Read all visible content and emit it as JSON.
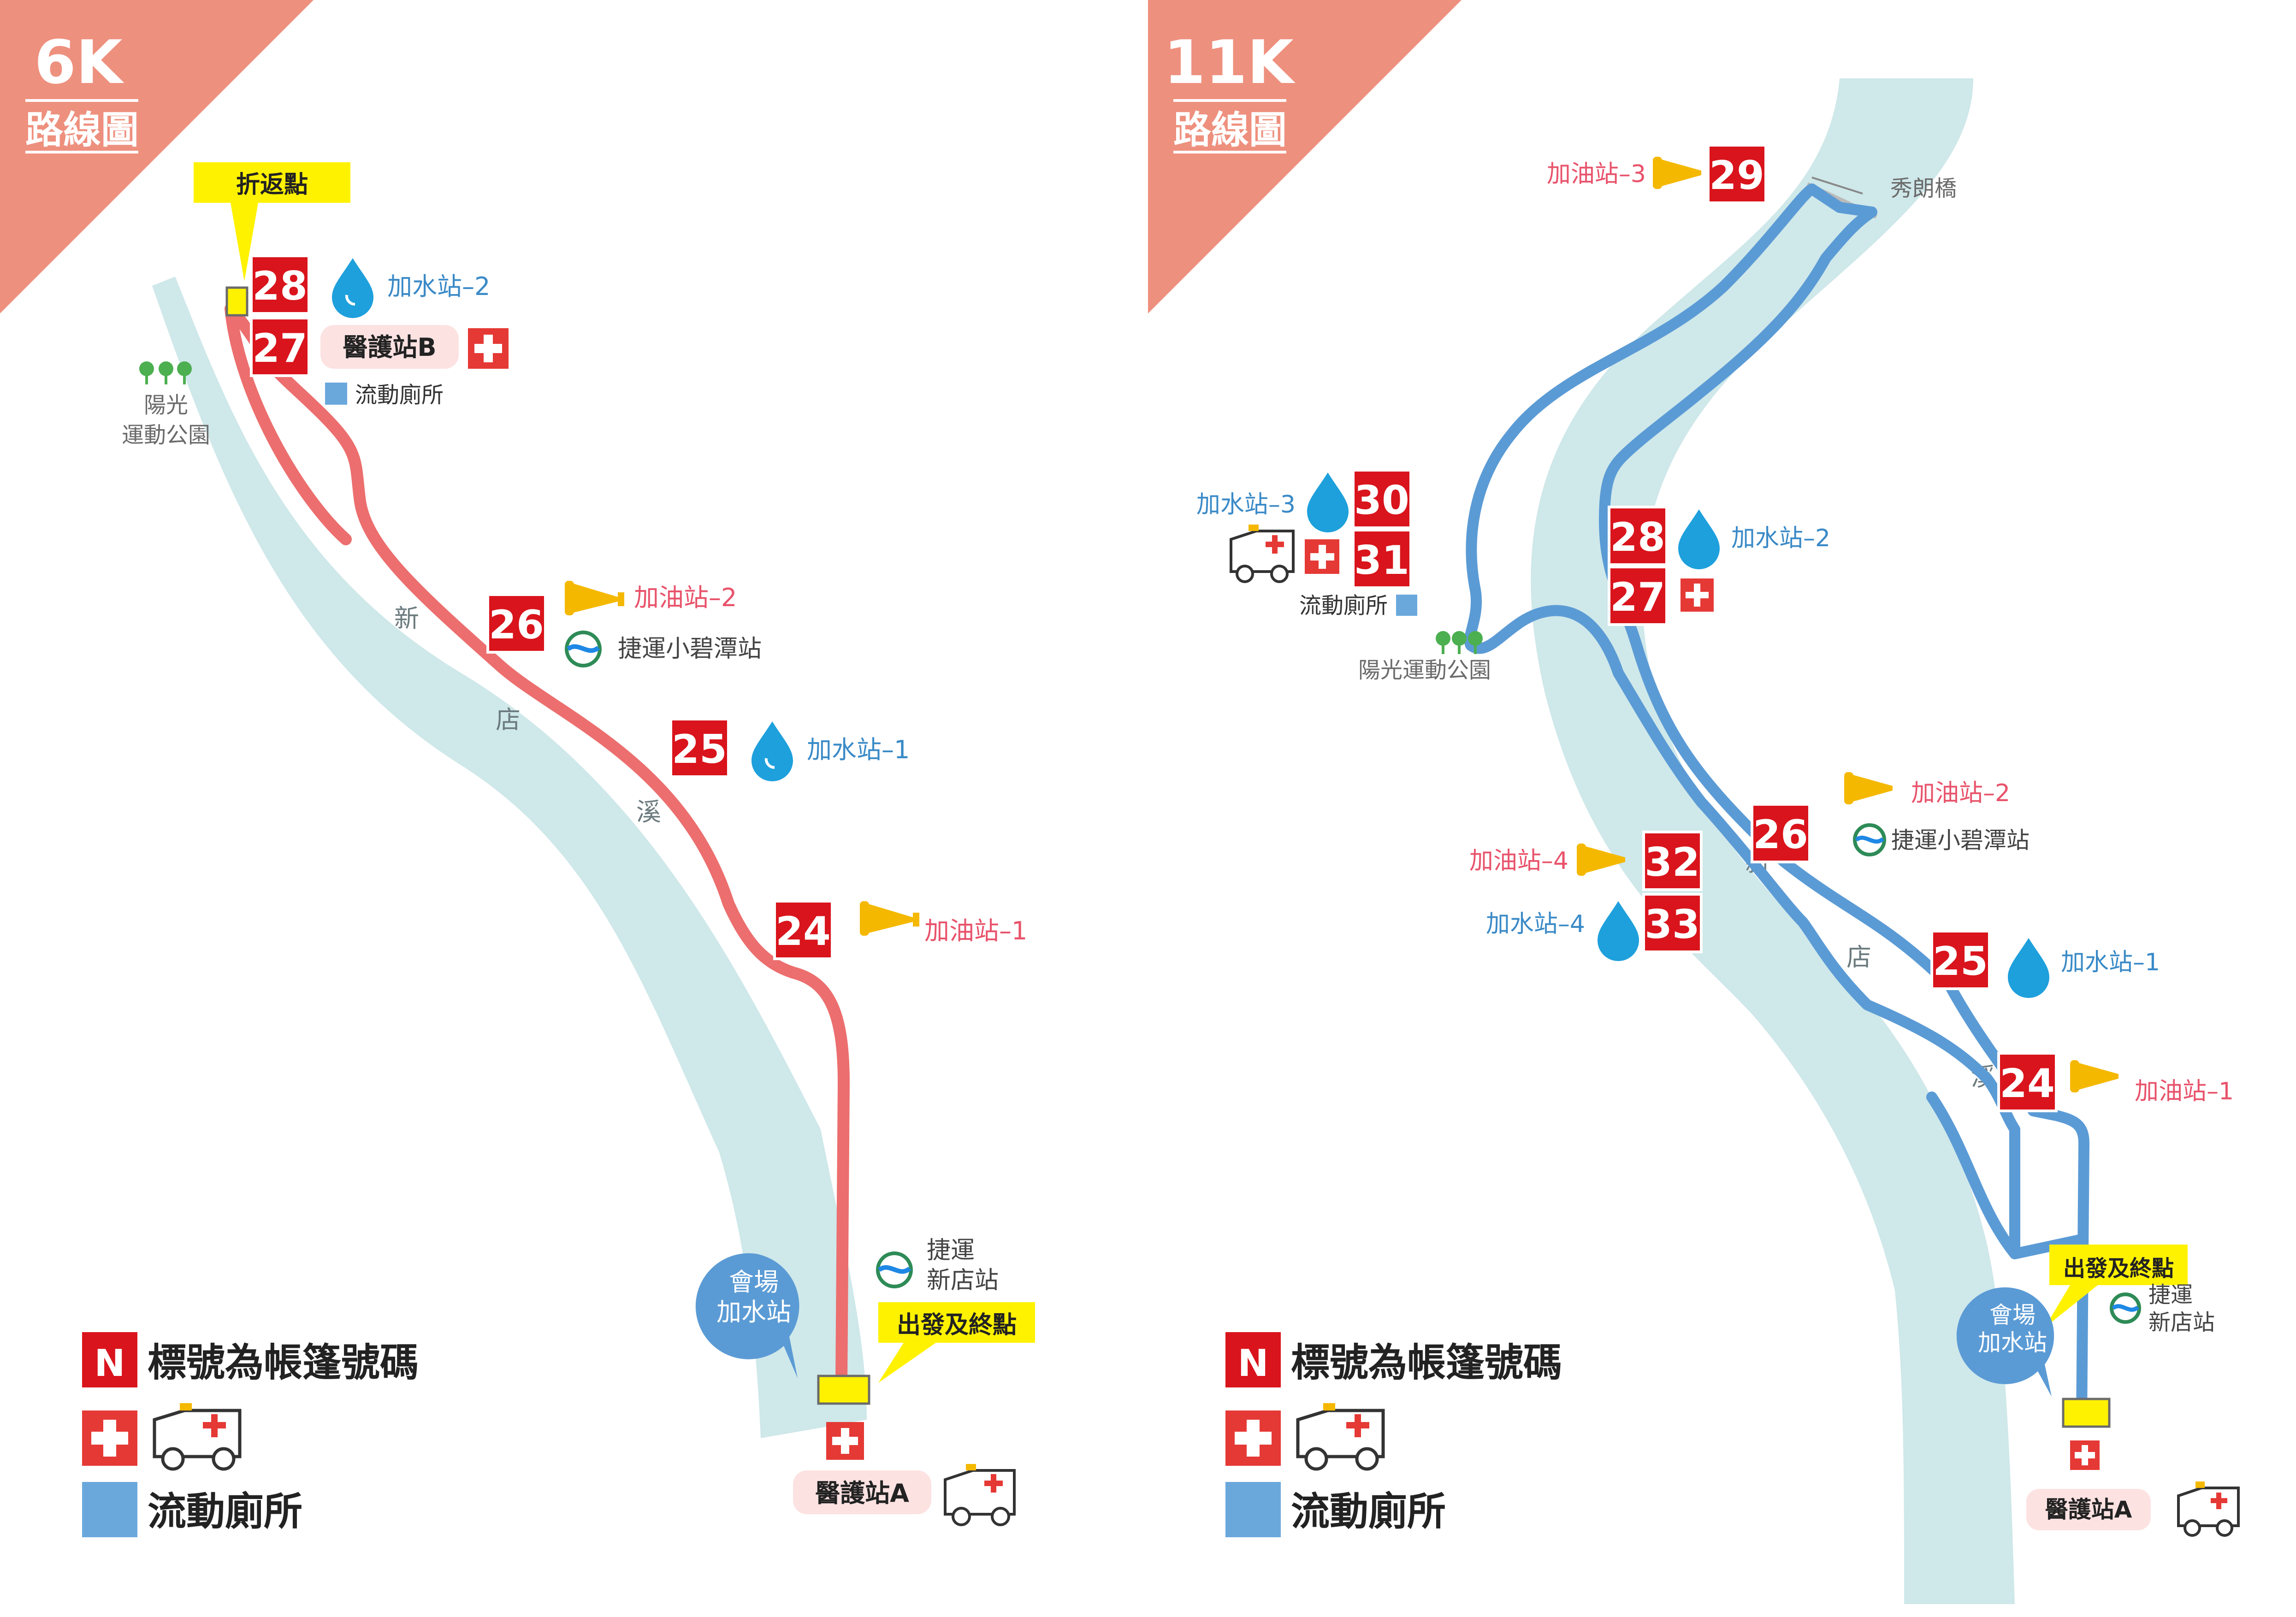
{
  "map_6k": {
    "badge_distance": "6K",
    "badge_title": "路線圖",
    "turnaround": "折返點",
    "river_chars": [
      "新",
      "店",
      "溪"
    ],
    "park": [
      "陽光",
      "運動公園"
    ],
    "tents": [
      {
        "number": "28",
        "label": "加水站–2",
        "type": "water"
      },
      {
        "number": "27",
        "label": "醫護站B",
        "type": "medical"
      },
      {
        "number": "26",
        "label": "加油站–2",
        "type": "cheer"
      },
      {
        "number": "25",
        "label": "加水站–1",
        "type": "water"
      },
      {
        "number": "24",
        "label": "加油站–1",
        "type": "cheer"
      }
    ],
    "toilet": "流動廁所",
    "mrt_xiaobitan": "捷運小碧潭站",
    "mrt_xindian": [
      "捷運",
      "新店站"
    ],
    "venue_water": [
      "會場",
      "加水站"
    ],
    "start_finish": "出發及終點",
    "medical_a": "醫護站A"
  },
  "map_11k": {
    "badge_distance": "11K",
    "badge_title": "路線圖",
    "bridge": "秀朗橋",
    "river_chars": [
      "新",
      "店",
      "溪"
    ],
    "park": "陽光運動公園",
    "tents": [
      {
        "number": "29",
        "label": "加油站–3",
        "type": "cheer"
      },
      {
        "number": "30",
        "label": "加水站–3",
        "type": "water"
      },
      {
        "number": "31",
        "label": "",
        "type": "medical"
      },
      {
        "number": "28",
        "label": "加水站–2",
        "type": "water"
      },
      {
        "number": "27",
        "label": "",
        "type": "medical"
      },
      {
        "number": "26",
        "label": "加油站–2",
        "type": "cheer"
      },
      {
        "number": "32",
        "label": "加油站–4",
        "type": "cheer"
      },
      {
        "number": "33",
        "label": "加水站–4",
        "type": "water"
      },
      {
        "number": "25",
        "label": "加水站–1",
        "type": "water"
      },
      {
        "number": "24",
        "label": "加油站–1",
        "type": "cheer"
      }
    ],
    "toilet": "流動廁所",
    "mrt_xiaobitan": "捷運小碧潭站",
    "mrt_xindian": [
      "捷運",
      "新店站"
    ],
    "venue_water": [
      "會場",
      "加水站"
    ],
    "start_finish": "出發及終點",
    "medical_a": "醫護站A"
  },
  "legend": {
    "tent_marker": "N",
    "tent_number": "標號為帳篷號碼",
    "toilet": "流動廁所"
  },
  "colors": {
    "route_6k": "#ec6e6e",
    "route_11k": "#5b9bd5",
    "river": "#cfe8ea",
    "tent_red": "#d9141c",
    "water_blue": "#1ea0dc",
    "cheer_text": "#e8536b",
    "water_text": "#3a8ac7",
    "badge": "#ee907e",
    "highlight": "#fff200",
    "toilet_blue": "#6aa8dc",
    "medical_pink": "#fde2e2"
  },
  "icons": [
    "water-drop-icon",
    "megaphone-icon",
    "medical-cross-icon",
    "ambulance-icon",
    "mrt-logo-icon",
    "tree-icon",
    "toilet-square-icon"
  ]
}
